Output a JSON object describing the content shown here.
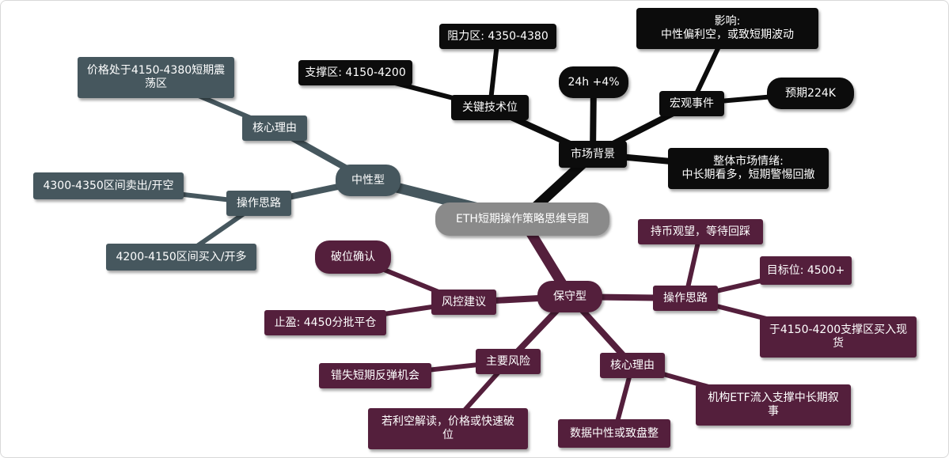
{
  "title": "ETH短期操作策略思维导图",
  "colors": {
    "market": "#0c0c0c",
    "neutral": "#46575e",
    "conservative": "#541f3c",
    "root": "#8a8a8a"
  },
  "market": {
    "label": "市场背景",
    "tech": {
      "label": "关键技术位",
      "resistance": "阻力区: 4350-4380",
      "support": "支撑区: 4150-4200"
    },
    "change": "24h +4%",
    "macro": {
      "label": "宏观事件",
      "impact": "影响:\n中性偏利空，或致短期波动",
      "expect": "预期224K"
    },
    "sentiment": "整体市场情绪:\n中长期看多，短期警惕回撤"
  },
  "neutral": {
    "label": "中性型",
    "reason": {
      "label": "核心理由",
      "text": "价格处于4150-4380短期震\n荡区"
    },
    "ops": {
      "label": "操作思路",
      "sell": "4300-4350区间卖出/开空",
      "buy": "4200-4150区间买入/开多"
    }
  },
  "conservative": {
    "label": "保守型",
    "ops": {
      "label": "操作思路",
      "hold": "持币观望，等待回踩",
      "target": "目标位: 4500+",
      "buy": "于4150-4200支撑区买入现\n货"
    },
    "risk_ctrl": {
      "label": "风控建议",
      "confirm": "破位确认",
      "tp": "止盈: 4450分批平仓"
    },
    "risks": {
      "label": "主要风险",
      "miss": "错失短期反弹机会",
      "break": "若利空解读，价格或快速破\n位"
    },
    "reason": {
      "label": "核心理由",
      "etf": "机构ETF流入支撑中长期叙\n事",
      "flat": "数据中性或致盘整"
    }
  }
}
